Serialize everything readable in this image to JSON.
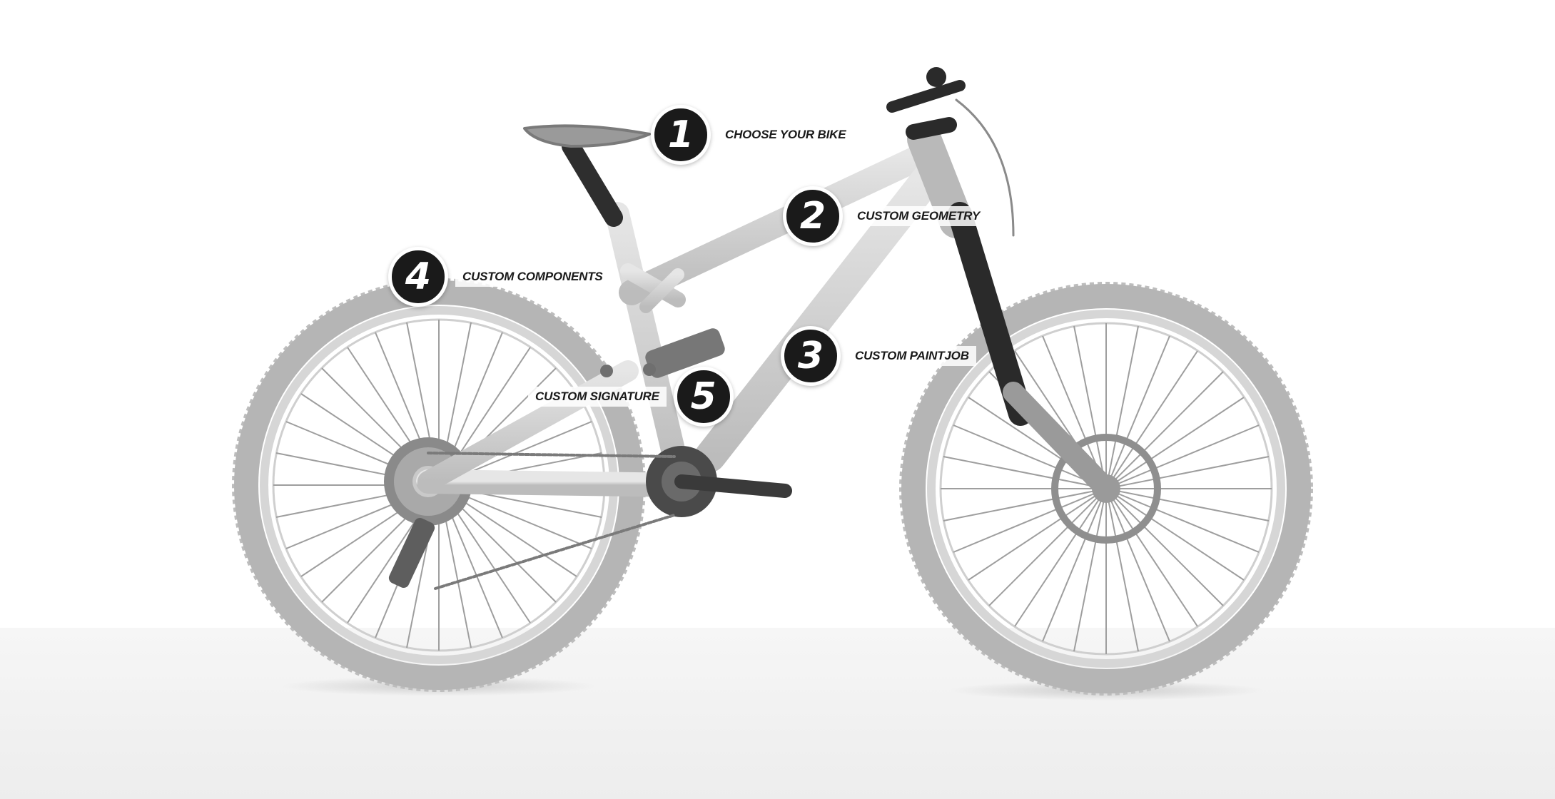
{
  "hotspots": [
    {
      "number": "1",
      "label": "CHOOSE YOUR BIKE"
    },
    {
      "number": "2",
      "label": "CUSTOM GEOMETRY"
    },
    {
      "number": "3",
      "label": "CUSTOM PAINTJOB"
    },
    {
      "number": "4",
      "label": "CUSTOM COMPONENTS"
    },
    {
      "number": "5",
      "label": "CUSTOM SIGNATURE"
    }
  ],
  "colors": {
    "badge_fill": "#1a1a1a",
    "badge_border": "#ffffff",
    "label_text": "#1a1a1a",
    "tire": "#b9b9b9",
    "frame": "#cfcfcf",
    "background": "#ffffff"
  },
  "illustration": "full-suspension-mountain-bike"
}
